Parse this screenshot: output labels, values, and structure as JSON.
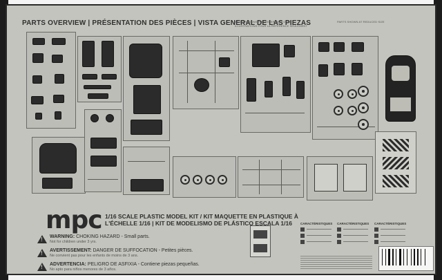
{
  "heading": "PARTS OVERVIEW | PRÉSENTATION DES PIÈCES | VISTA GENERAL DE LAS PIEZAS",
  "illustration_note": [
    "ILLUSTRATIONS FOR REFERENCE ONLY",
    "ILLUSTRATIONS POUR LA RÉFÉRENCE SEULEMENT",
    "PARTS SHOWN AT REDUCED SIZE"
  ],
  "brand": "mpc",
  "kit_title": [
    "1/16 SCALE PLASTIC MODEL KIT / KIT MAQUETTE EN PLASTIQUE À",
    "L'ÉCHELLE 1/16 | KIT DE MODELISMO DE PLÁSTICO ESCALA 1/16",
    ""
  ],
  "warnings": [
    {
      "label": "WARNING:",
      "text": "CHOKING HAZARD - Small parts.",
      "sub": "Not for children under 3 yrs."
    },
    {
      "label": "AVERTISSEMENT:",
      "text": "DANGER DE SUFFOCATION - Petites pièces.",
      "sub": "Ne convient pas pour les enfants de moins de 3 ans."
    },
    {
      "label": "ADVERTENCIA:",
      "text": "PELIGRO DE ASFIXIA - Contiene piezas pequeñas.",
      "sub": "No apto para niños menores de 3 años."
    }
  ],
  "characteristics": [
    "CARACTÉRISTIQUES",
    "CARACTÉRISTIQUES",
    "CARACTÉRISTIQUES"
  ]
}
